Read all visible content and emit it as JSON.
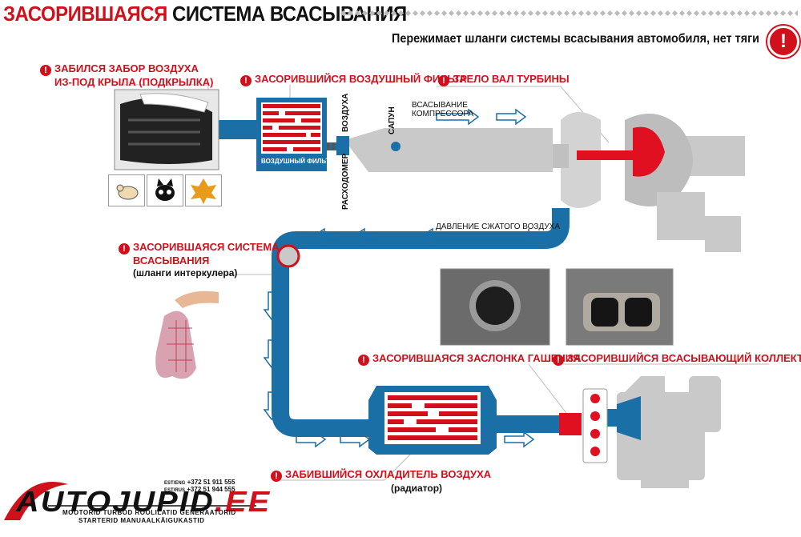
{
  "header": {
    "title_red": "ЗАСОРИВШАЯСЯ",
    "title_black": "СИСТЕМА ВСАСЫВАНИЯ",
    "subtitle": "Пережимает шланги системы всасывания автомобиля, нет тяги",
    "warn_symbol": "!"
  },
  "labels": {
    "air_intake_1": "ЗАБИЛСЯ ЗАБОР ВОЗДУХА",
    "air_intake_2": "ИЗ-ПОД КРЫЛА (ПОДКРЫЛКА)",
    "air_filter": "ЗАСОРИВШИЙСЯ ВОЗДУШНЫЙ ФИЛЬТР",
    "turbo_shaft": "ЗАЕЛО ВАЛ ТУРБИНЫ",
    "intake_system_1": "ЗАСОРИВШАЯСЯ СИСТЕМА",
    "intake_system_2": "ВСАСЫВАНИЯ",
    "intake_system_3": "(шланги интеркулера)",
    "throttle": "ЗАСОРИВШАЯСЯ ЗАСЛОНКА ГАШЕНИЯ",
    "manifold": "ЗАСОРИВШИЙСЯ ВСАСЫВАЮЩИЙ КОЛЛЕКТОР",
    "cooler_1": "ЗАБИВШИЙСЯ ОХЛАДИТЕЛЬ ВОЗДУХА",
    "cooler_2": "(радиатор)"
  },
  "diagram_text": {
    "filter_caption": "ВОЗДУШНЫЙ ФИЛЬТР",
    "air_word": "ВОЗДУХА",
    "flow_meter": "РАСХОДОМЕР",
    "breather": "САПУН",
    "compressor_1": "ВСАСЫВАНИЕ",
    "compressor_2": "КОМПРЕССОРА",
    "pressure": "ДАВЛЕНИЕ СЖАТОГО ВОЗДУХА"
  },
  "thumbs": [
    "mouse-icon",
    "cat-icon",
    "leaf-icon"
  ],
  "footer": {
    "logo_main": "AUTOJUPID",
    "logo_tld": ".EE",
    "tagline_1": "MOOTORID TURBOD ROOLILATID GENERAATORID",
    "tagline_2": "STARTERID MANUAALKÄIGUKASTID",
    "phone_1_label": "EST/ENG",
    "phone_1": "+372 51 911 555",
    "phone_2_label": "EST/RUS",
    "phone_2": "+372 51 944 555"
  },
  "colors": {
    "accent_red": "#d0101b",
    "pipe_blue": "#1a6fa6",
    "gray": "#c9c9c9"
  }
}
